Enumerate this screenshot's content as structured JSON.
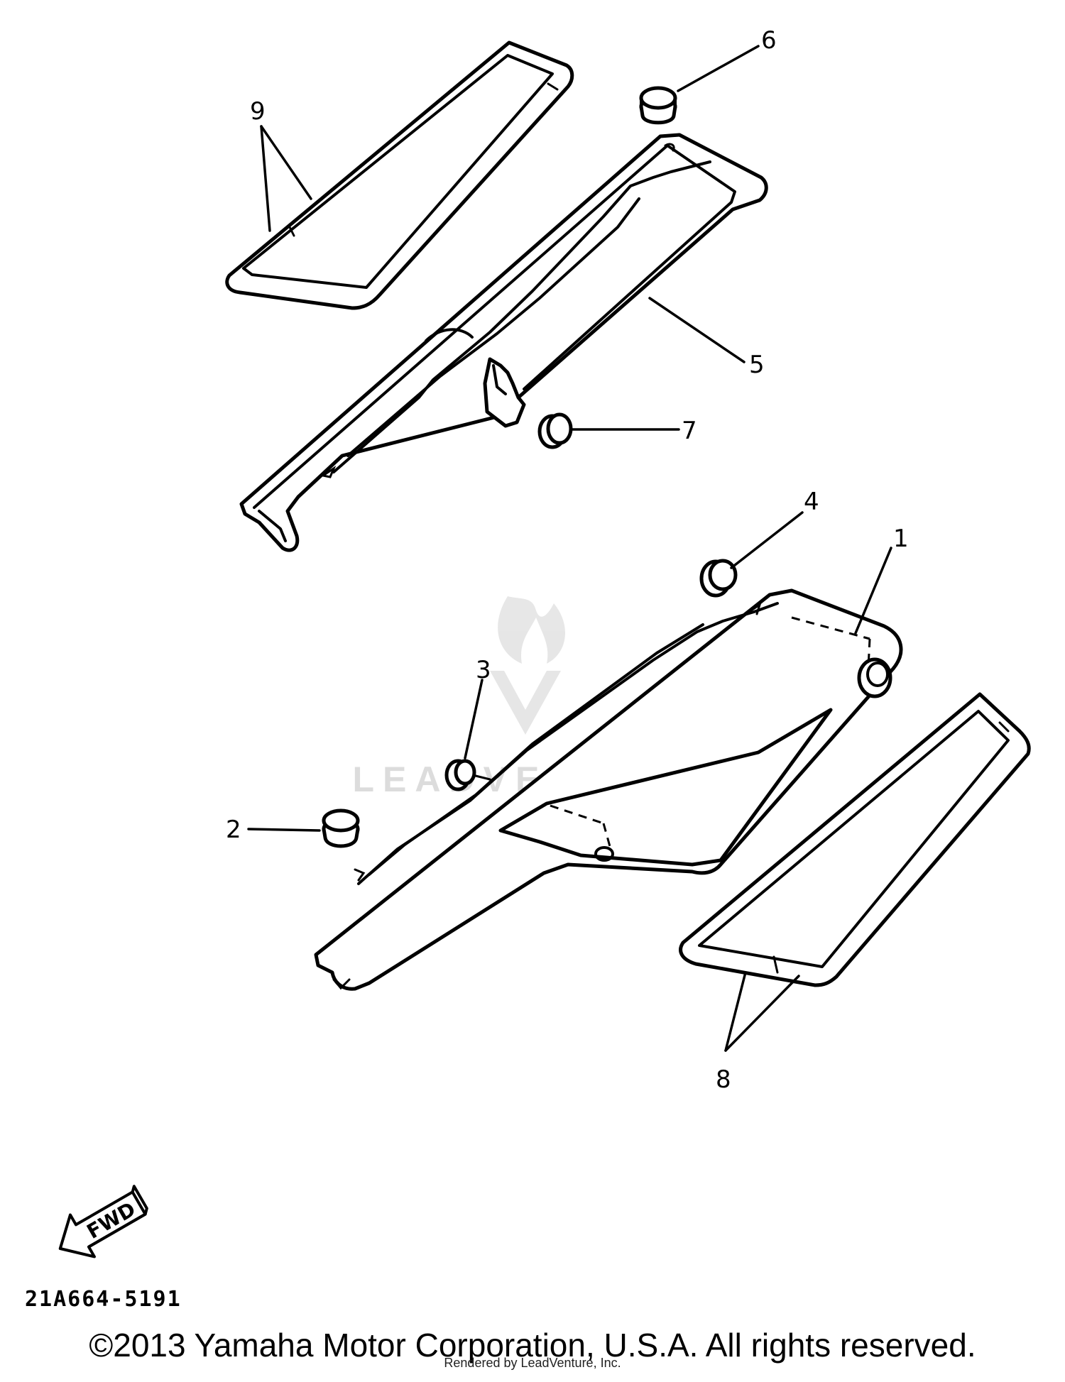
{
  "callouts": [
    "1",
    "2",
    "3",
    "4",
    "5",
    "6",
    "7",
    "8",
    "9"
  ],
  "fwd_label": "FWD",
  "diagram_code": "21A664-5191",
  "copyright": "©2013 Yamaha Motor Corporation, U.S.A. All rights reserved.",
  "render_note": "Rendered by LeadVenture, Inc.",
  "watermark": "LEADVENTURE",
  "colors": {
    "line": "#000000",
    "background": "#ffffff",
    "watermark": "#d9d9d9"
  }
}
